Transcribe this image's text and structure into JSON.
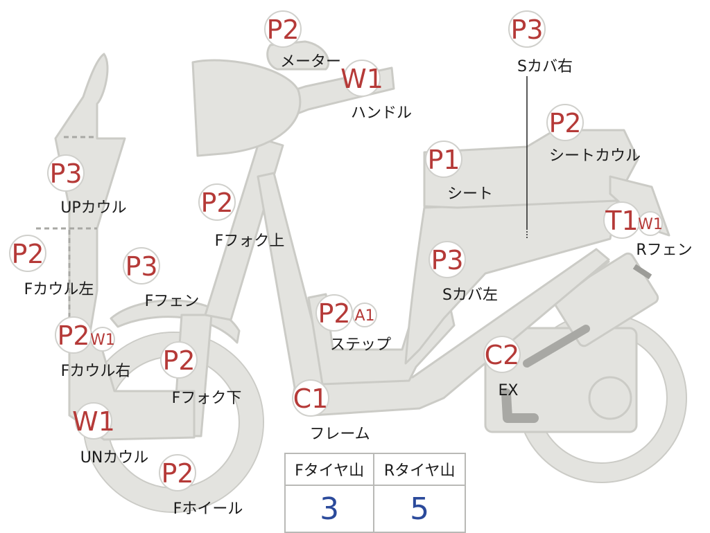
{
  "badges": {
    "meter": {
      "code": "P2"
    },
    "handle": {
      "code": "W1"
    },
    "s_cover_right": {
      "code": "P3"
    },
    "seat_cowl": {
      "code": "P2"
    },
    "seat": {
      "code": "P1"
    },
    "up_cowl": {
      "code": "P3"
    },
    "f_fork_upper": {
      "code": "P2"
    },
    "f_cowl_left": {
      "code": "P2"
    },
    "f_fender": {
      "code": "P3"
    },
    "s_cover_left": {
      "code": "P3"
    },
    "r_fender": {
      "code": "T1",
      "extra": "W1"
    },
    "step": {
      "code": "P2",
      "extra": "A1"
    },
    "f_cowl_right": {
      "code": "P2",
      "extra": "W1"
    },
    "f_fork_lower": {
      "code": "P2"
    },
    "frame": {
      "code": "C1"
    },
    "ex": {
      "code": "C2"
    },
    "un_cowl": {
      "code": "W1"
    },
    "f_wheel": {
      "code": "P2"
    }
  },
  "labels": {
    "meter": "メーター",
    "handle": "ハンドル",
    "s_cover_right": "Sカバ右",
    "seat_cowl": "シートカウル",
    "seat": "シート",
    "up_cowl": "UPカウル",
    "f_fork_upper": "Fフォク上",
    "f_cowl_left": "Fカウル左",
    "f_fender": "Fフェン",
    "s_cover_left": "Sカバ左",
    "r_fender": "Rフェン",
    "step": "ステップ",
    "f_cowl_right": "Fカウル右",
    "f_fork_lower": "Fフォク下",
    "frame": "フレーム",
    "ex": "EX",
    "un_cowl": "UNカウル",
    "f_wheel": "Fホイール"
  },
  "tread_table": {
    "headers": [
      "Fタイヤ山",
      "Rタイヤ山"
    ],
    "values": [
      "3",
      "5"
    ]
  },
  "colors": {
    "part_fill": "#e3e3df",
    "part_stroke": "#cbcbc6",
    "code_red": "#b53a38",
    "value_blue": "#2b4a9b"
  }
}
